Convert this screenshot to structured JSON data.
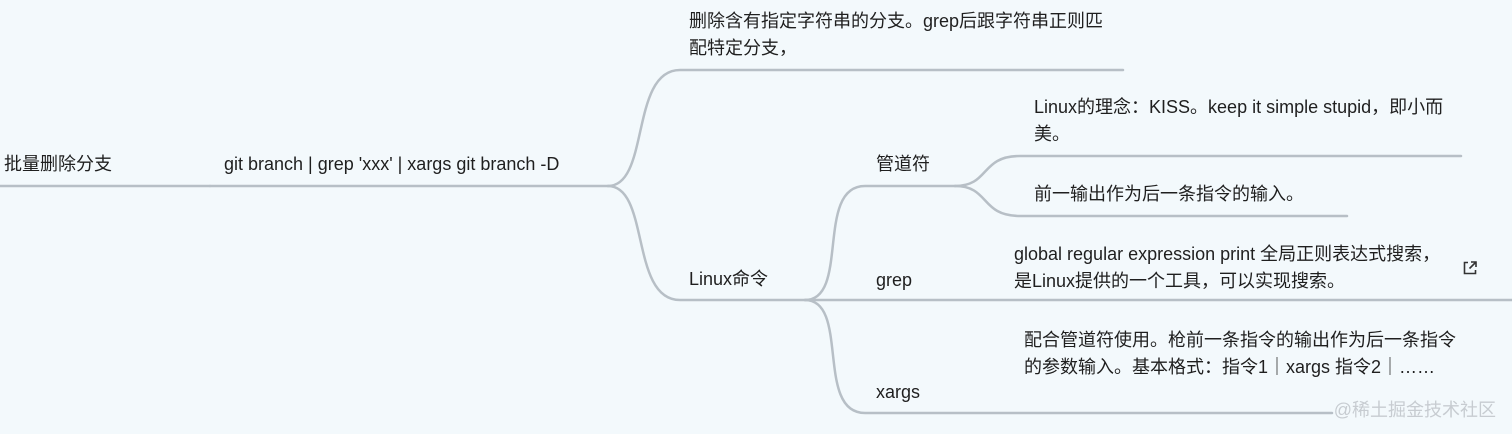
{
  "mindmap": {
    "root": "批量删除分支",
    "command": "git branch | grep 'xxx' | xargs git branch -D",
    "delete_note": "删除含有指定字符串的分支。grep后跟字符串正则匹配特定分支，",
    "linux_cmd": "Linux命令",
    "pipe": {
      "label": "管道符",
      "notes": [
        "Linux的理念：KISS。keep it simple stupid，即小而美。",
        "前一输出作为后一条指令的输入。"
      ]
    },
    "grep": {
      "label": "grep",
      "note": "global regular expression print 全局正则表达式搜索，是Linux提供的一个工具，可以实现搜索。"
    },
    "xargs": {
      "label": "xargs",
      "note": "配合管道符使用。枪前一条指令的输出作为后一条指令的参数输入。基本格式：指令1｜xargs 指令2｜……"
    }
  },
  "icons": {
    "link": "external-link-icon"
  },
  "colors": {
    "background": "#f3f9fc",
    "edge": "#b7bfc6",
    "text": "#1f1f1f"
  },
  "watermark": "@稀土掘金技术社区"
}
